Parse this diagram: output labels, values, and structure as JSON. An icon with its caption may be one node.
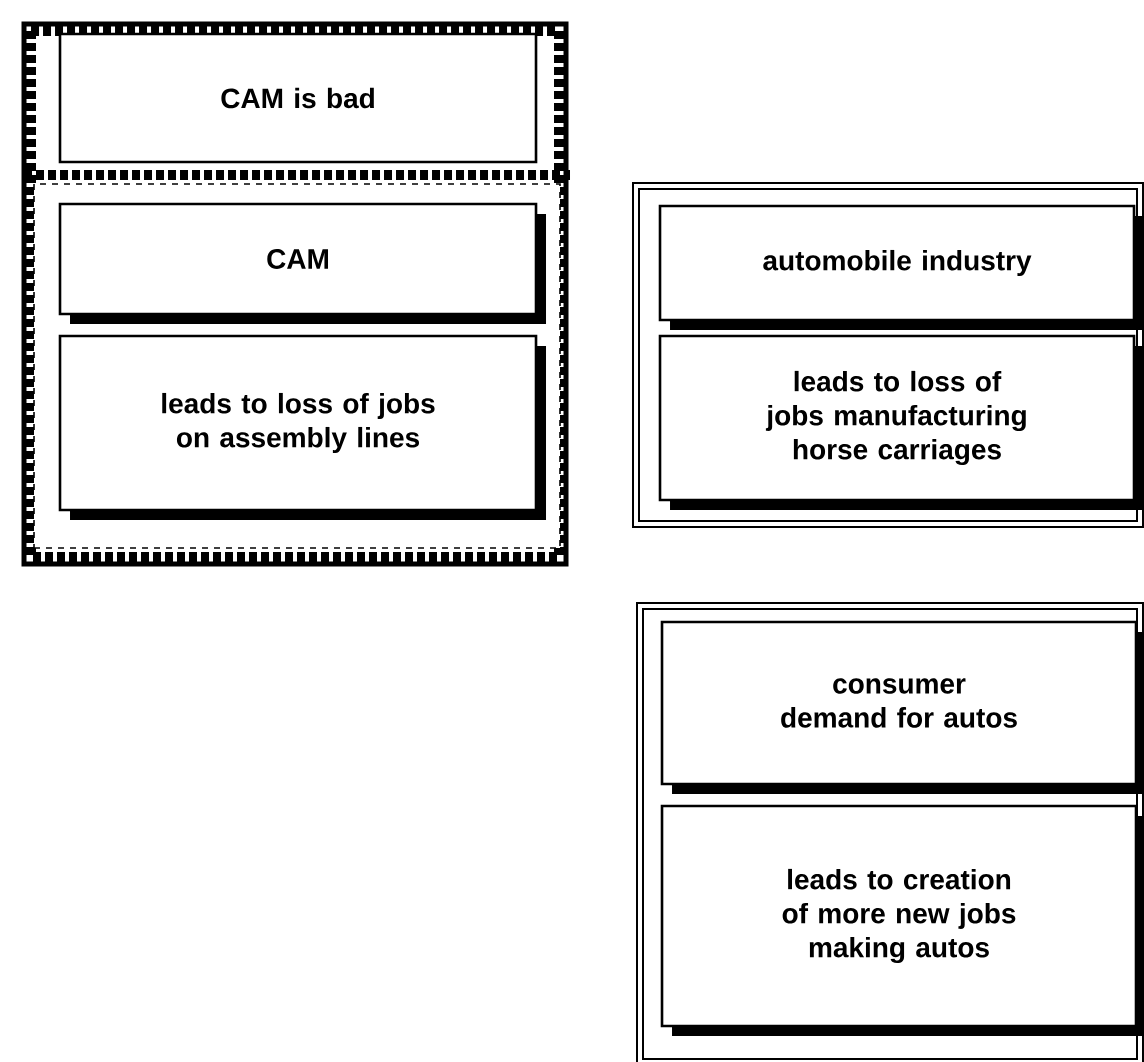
{
  "diagram": {
    "nodes": [
      {
        "text": [],
        "shape": "box"
      },
      {
        "text": [
          "CAM is bad"
        ],
        "in": 0
      },
      {
        "text": [],
        "shape": "box",
        "in": 0
      },
      {
        "text": [
          "CAM"
        ],
        "in": 2
      },
      {
        "text": [
          "leads to loss of jobs on assembly lines"
        ],
        "in": 2
      },
      {
        "text": [],
        "shape": "box"
      },
      {
        "text": [
          "automobile industry"
        ],
        "in": 5
      },
      {
        "text": [
          "leads to loss of jobs manufacturing horse carriages"
        ],
        "in": 5
      },
      {
        "text": [],
        "shape": "box"
      },
      {
        "text": [
          "consumer demand for autos"
        ],
        "in": 8
      },
      {
        "text": [
          "leads to creation of more new jobs making autos"
        ],
        "in": 8
      }
    ]
  }
}
